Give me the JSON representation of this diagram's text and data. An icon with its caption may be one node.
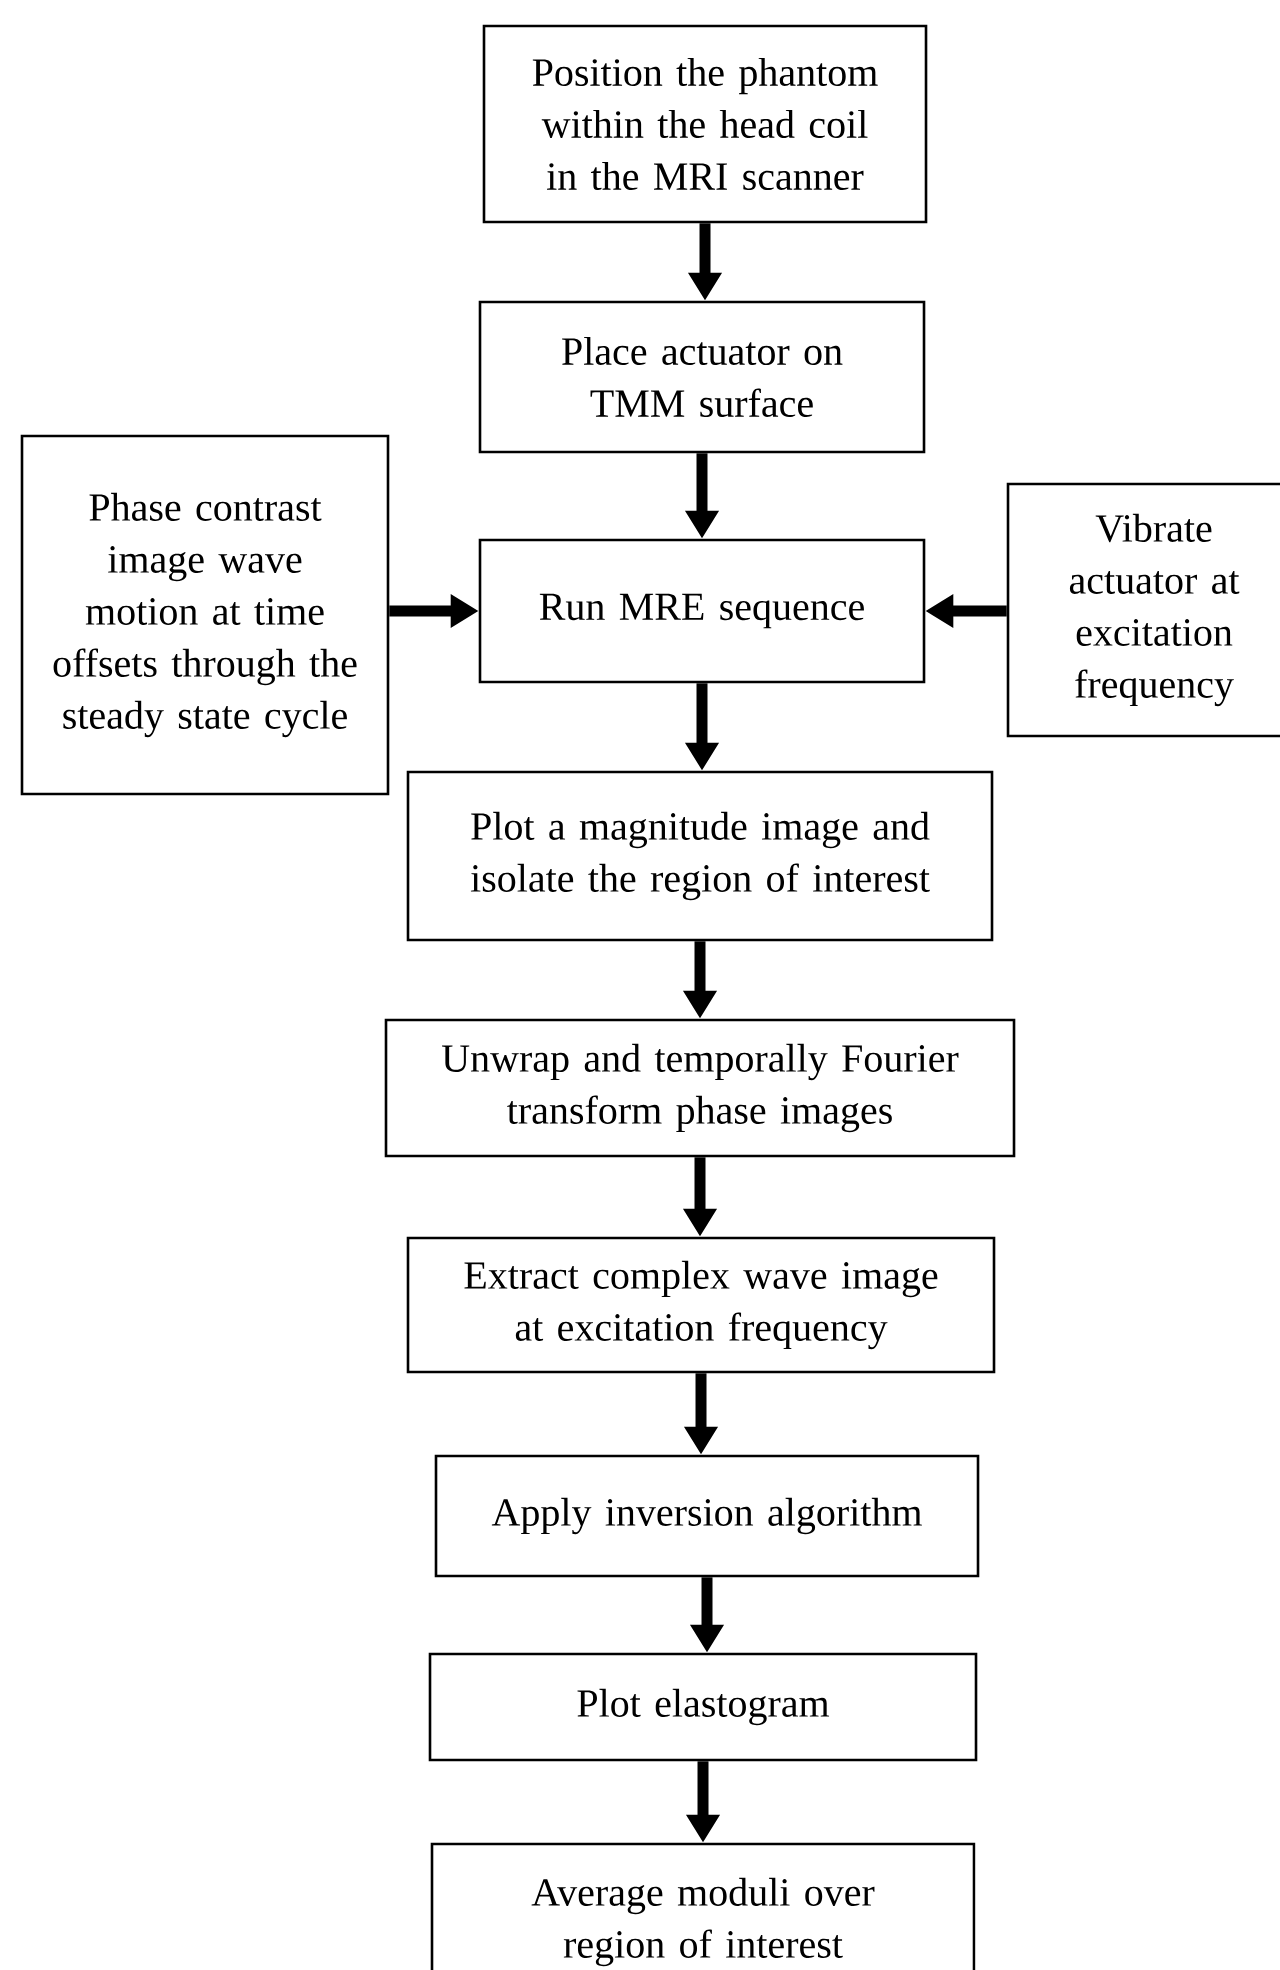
{
  "diagram": {
    "nodes": [
      {
        "text": [
          "Position the phantom within the head coil in the MRI scanner"
        ]
      },
      {
        "text": [
          "Place actuator on TMM surface"
        ]
      },
      {
        "text": [
          "Phase contrast image wave motion at time offsets through the steady state cycle"
        ]
      },
      {
        "text": [
          "Run MRE sequence"
        ]
      },
      {
        "text": [
          "Vibrate actuator at excitation frequency"
        ]
      },
      {
        "text": [
          "Plot a magnitude image and isolate the region of interest"
        ]
      },
      {
        "text": [
          "Unwrap and temporally Fourier transform phase images"
        ]
      },
      {
        "text": [
          "Extract complex wave image at excitation frequency"
        ]
      },
      {
        "text": [
          "Apply inversion algorithm"
        ]
      },
      {
        "text": [
          "Plot elastogram"
        ]
      },
      {
        "text": [
          "Average moduli over region of interest"
        ]
      }
    ],
    "edges": [
      {
        "from": 0,
        "to": 1,
        "arrow": "to"
      },
      {
        "from": 1,
        "to": 3,
        "arrow": "to"
      },
      {
        "from": 2,
        "to": 3,
        "arrow": "to"
      },
      {
        "from": 4,
        "to": 3,
        "arrow": "to"
      },
      {
        "from": 3,
        "to": 5,
        "arrow": "to"
      },
      {
        "from": 5,
        "to": 6,
        "arrow": "to"
      },
      {
        "from": 6,
        "to": 7,
        "arrow": "to"
      },
      {
        "from": 7,
        "to": 8,
        "arrow": "to"
      },
      {
        "from": 8,
        "to": 9,
        "arrow": "to"
      },
      {
        "from": 9,
        "to": 10,
        "arrow": "to"
      }
    ]
  }
}
